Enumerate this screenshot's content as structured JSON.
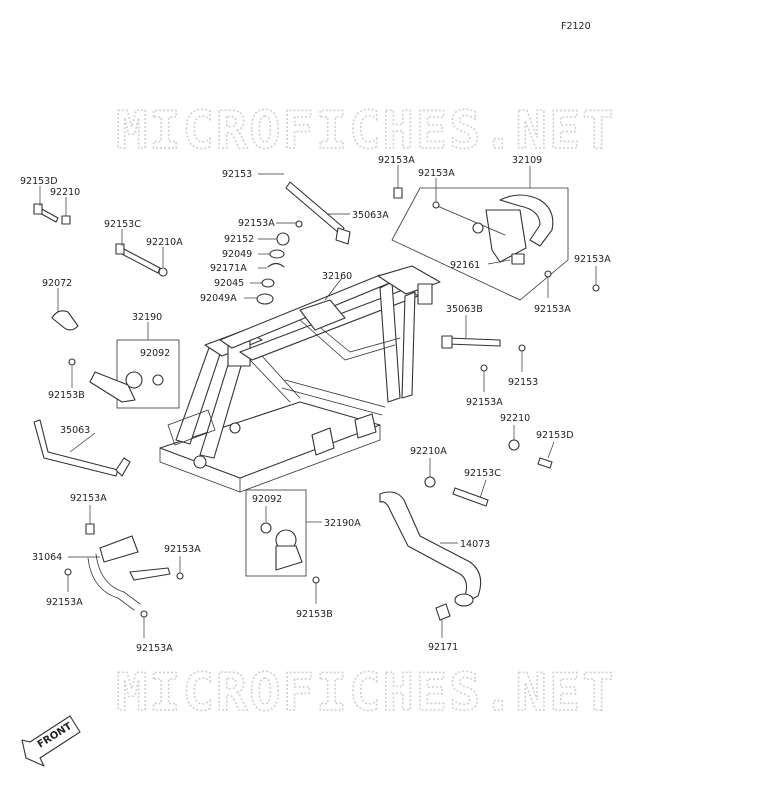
{
  "figure_code": "F2120",
  "watermark_text": "MICROFICHES.NET",
  "front_label": "FRONT",
  "labels": {
    "l_92153D_a": "92153D",
    "l_92210_a": "92210",
    "l_92153C_a": "92153C",
    "l_92210A_a": "92210A",
    "l_92072": "92072",
    "l_32190": "32190",
    "l_92092_a": "92092",
    "l_92153B_a": "92153B",
    "l_35063": "35063",
    "l_92153_top": "92153",
    "l_35063A": "35063A",
    "l_92153A_a": "92153A",
    "l_92152": "92152",
    "l_92049": "92049",
    "l_92171A": "92171A",
    "l_92045": "92045",
    "l_92049A": "92049A",
    "l_32160": "32160",
    "l_92153A_b": "92153A",
    "l_92153A_c": "92153A",
    "l_32109": "32109",
    "l_92161": "92161",
    "l_92153A_d": "92153A",
    "l_92153A_e": "92153A",
    "l_35063B": "35063B",
    "l_92153_b": "92153",
    "l_92153A_f": "92153A",
    "l_92210_b": "92210",
    "l_92153D_b": "92153D",
    "l_92210A_b": "92210A",
    "l_92153C_b": "92153C",
    "l_92092_b": "92092",
    "l_32190A": "32190A",
    "l_92153B_b": "92153B",
    "l_14073": "14073",
    "l_92171": "92171",
    "l_92153A_g": "92153A",
    "l_31064": "31064",
    "l_92153A_h": "92153A",
    "l_92153A_i": "92153A",
    "l_92153A_j": "92153A"
  }
}
